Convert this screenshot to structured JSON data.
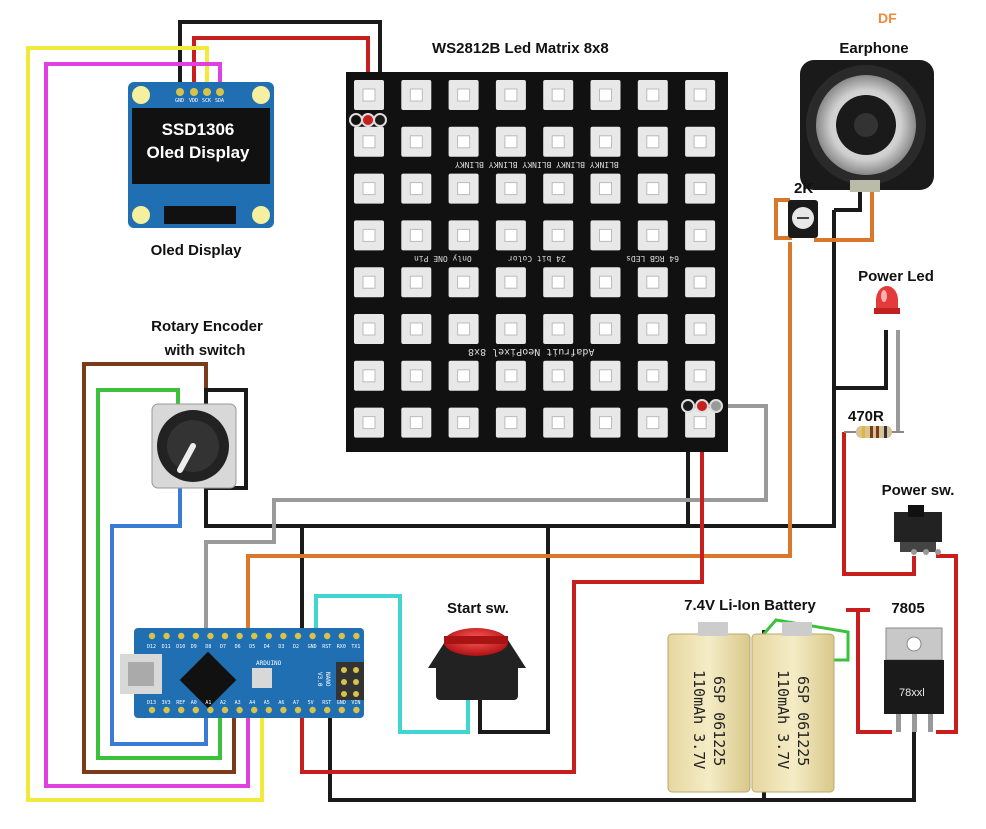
{
  "corner_mark": "DF",
  "labels": {
    "matrix": "WS2812B Led Matrix 8x8",
    "earphone": "Earphone",
    "pot": "2K",
    "power_led": "Power Led",
    "resistor": "470R",
    "power_switch": "Power sw.",
    "oled": "Oled Display",
    "encoder_line1": "Rotary Encoder",
    "encoder_line2": "with switch",
    "start_switch": "Start sw.",
    "battery": "7.4V Li-Ion Battery",
    "regulator": "7805"
  },
  "oled": {
    "line1": "SSD1306",
    "line2": "Oled Display",
    "pins": [
      "GND",
      "VDD",
      "SCK",
      "SDA"
    ]
  },
  "matrix_text": {
    "row1": "BLINKY BLINKY BLINKY BLINKY BLINKY",
    "row2a": "Only ONE Pin",
    "row2b": "24 bit Color",
    "row2c": "64 RGB LEDs",
    "row3": "Adafruit NeoPixel 8x8"
  },
  "battery_cells": [
    {
      "line1": "6SP 061225",
      "line2": "110mAh 3.7V"
    },
    {
      "line1": "6SP 061225",
      "line2": "110mAh 3.7V"
    }
  ],
  "regulator_marking": "78xxl",
  "arduino": {
    "board_name": "ARDUINO",
    "model": "NANO",
    "version": "V3.0",
    "top_pins": [
      "D12",
      "D11",
      "D10",
      "D9",
      "D8",
      "D7",
      "D6",
      "D5",
      "D4",
      "D3",
      "D2",
      "GND",
      "RST",
      "RX0",
      "TX1"
    ],
    "bottom_pins": [
      "D13",
      "3V3",
      "REF",
      "A0",
      "A1",
      "A2",
      "A3",
      "A4",
      "A5",
      "A6",
      "A7",
      "5V",
      "RST",
      "GND",
      "VIN"
    ]
  },
  "colors": {
    "red": "#c81e1e",
    "black": "#1a1a1a",
    "gray": "#9a9a9a",
    "orange": "#d9772a",
    "green": "#3cc13c",
    "blue": "#3a7bd5",
    "brown": "#7a3b1a",
    "yellow": "#f2ea3a",
    "magenta": "#e040e0",
    "cyan": "#3fd6d0",
    "board_blue": "#1f6fb2",
    "matrix_bg": "#111111"
  }
}
